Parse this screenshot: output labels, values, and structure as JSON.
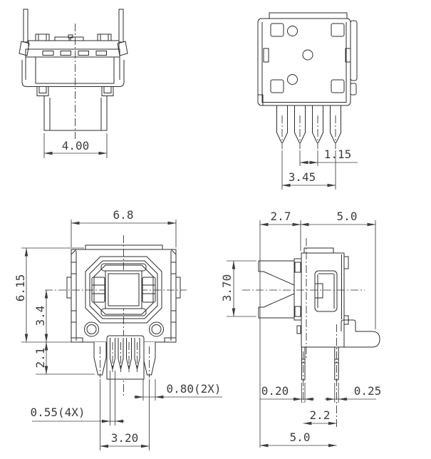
{
  "drawing": {
    "kind": "mechanical-engineering-drawing",
    "units_shown": "mm",
    "colors": {
      "line": "#2b2b2b",
      "dimension": "#3d3d3d",
      "text": "#3c3c3c",
      "background": "#ffffff"
    },
    "views": {
      "top_view": {
        "dims": {
          "shroud_width": "4.00"
        }
      },
      "bottom_view": {
        "dims": {
          "pin_pitch": "1.15",
          "pin_span": "3.45"
        }
      },
      "front_view": {
        "dims": {
          "body_width": "6.8",
          "body_height": "6.15",
          "center_to_base": "3.4",
          "terminal_length": "2.1",
          "wide_pin_width": "0.80(2X)",
          "narrow_pin_width": "0.55(4X)",
          "terminal_span": "3.20"
        }
      },
      "side_view": {
        "dims": {
          "actuator_protrusion": "2.7",
          "body_depth": "5.0",
          "actuator_height": "3.70",
          "front_pin_thickness": "0.20",
          "rear_pin_thickness": "0.25",
          "pin_spacing": "2.2",
          "overall_depth": "5.0"
        }
      }
    }
  }
}
